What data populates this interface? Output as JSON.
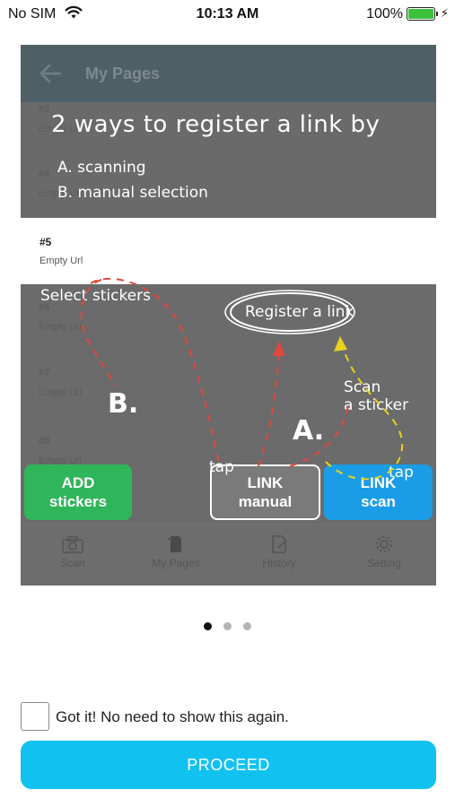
{
  "status_bar": {
    "carrier": "No SIM",
    "time": "10:13 AM",
    "battery_percent": "100%",
    "battery_level": 1.0
  },
  "tutorial": {
    "header_title": "My Pages",
    "ghost_rows": [
      {
        "num": "#3",
        "url": "Empty Url"
      },
      {
        "num": "#4",
        "url": "Empty Url"
      },
      {
        "num": "#6",
        "url": "Empty Url"
      },
      {
        "num": "#7",
        "url": "Empty Url"
      },
      {
        "num": "#8",
        "url": "Empty Url"
      }
    ],
    "highlight_row": {
      "num": "#5",
      "url": "Empty Url"
    },
    "annotations": {
      "headline": "2 ways to register a link by",
      "option_a": "A. scanning",
      "option_b": "B. manual selection",
      "select_stickers": "Select stickers",
      "register_link": "Register a link",
      "scan_sticker_1": "Scan",
      "scan_sticker_2": "a sticker",
      "letter_b": "B.",
      "letter_a": "A.",
      "tap_left": "tap",
      "tap_right": "tap"
    },
    "buttons": {
      "add_line1": "ADD",
      "add_line2": "stickers",
      "manual_line1": "LINK",
      "manual_line2": "manual",
      "scan_line1": "LINK",
      "scan_line2": "scan"
    },
    "tabs": [
      "Scan",
      "My Pages",
      "History",
      "Setting"
    ]
  },
  "pager": {
    "count": 3,
    "active_index": 0
  },
  "dont_show": {
    "label": "Got it! No need to show this again.",
    "checked": false
  },
  "proceed_label": "PROCEED",
  "colors": {
    "proceed": "#11c2f0",
    "add_button": "#2fb55a",
    "scan_button": "#1a9de6",
    "annotation_red": "#e0473f",
    "annotation_yellow": "#e8d21c"
  }
}
